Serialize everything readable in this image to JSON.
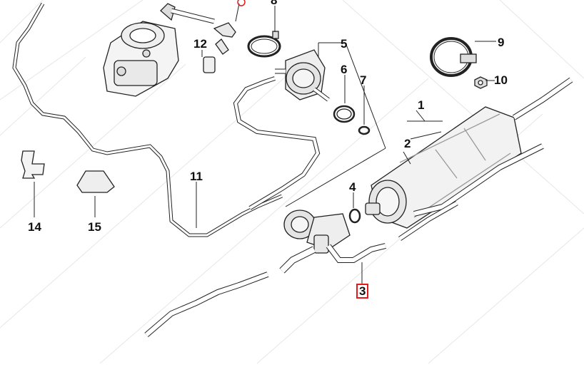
{
  "labels": {
    "n1": "1",
    "n2": "2",
    "n3": "3",
    "n4": "4",
    "n5": "5",
    "n6": "6",
    "n7": "7",
    "n8": "8",
    "n9": "9",
    "n10": "10",
    "n11": "11",
    "n12": "12",
    "n14": "14",
    "n15": "15"
  },
  "highlight": {
    "part": "3",
    "color": "#e41b1b"
  }
}
